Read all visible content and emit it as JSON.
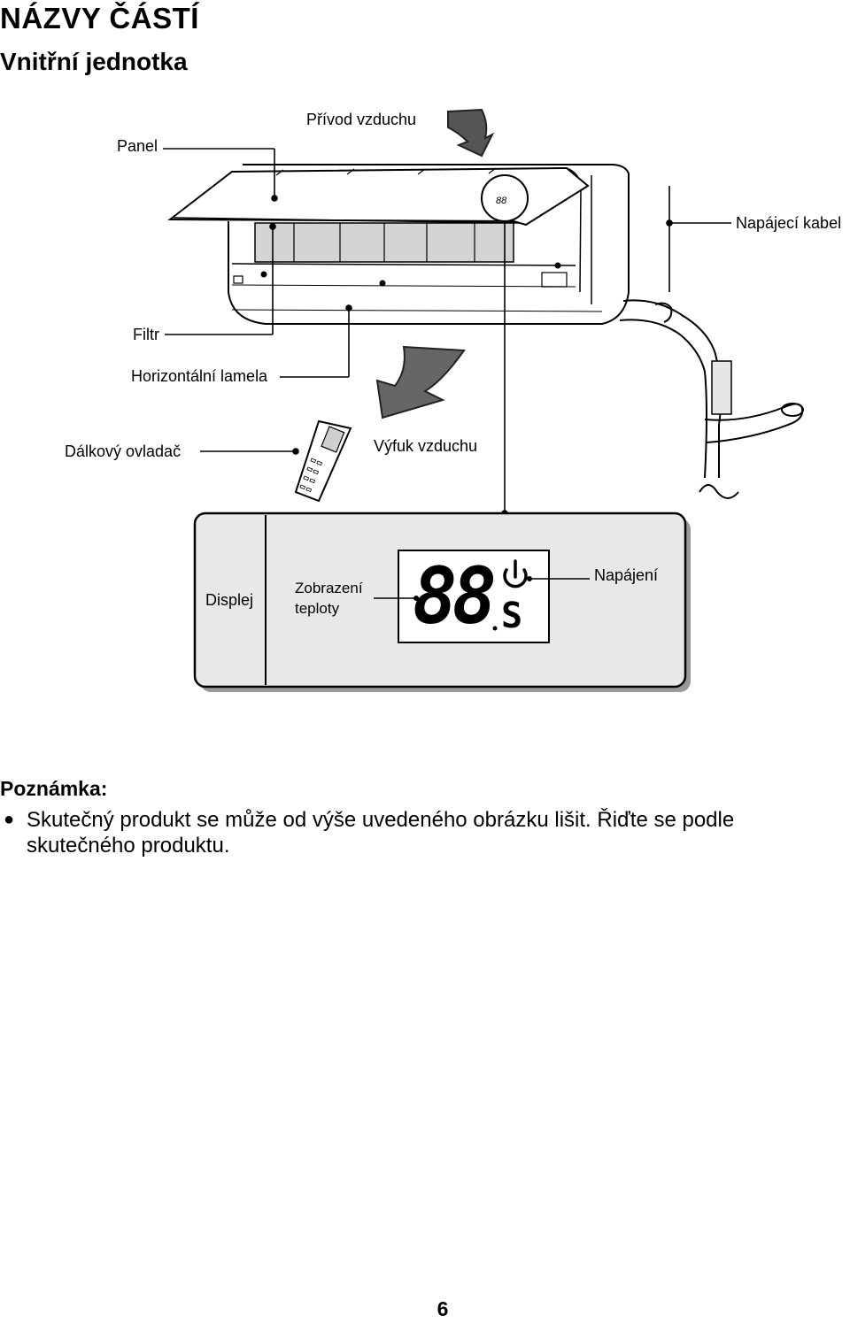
{
  "header": {
    "title": "NÁZVY ČÁSTÍ",
    "subtitle": "Vnitřní jednotka"
  },
  "labels": {
    "panel": "Panel",
    "air_inlet": "Přívod vzduchu",
    "power_cable": "Napájecí kabel",
    "filter": "Filtr",
    "horizontal_louver": "Horizontální lamela",
    "remote": "Dálkový ovladač",
    "air_outlet": "Výfuk vzduchu"
  },
  "display_panel": {
    "display": "Displej",
    "temp_line1": "Zobrazení",
    "temp_line2": "teploty",
    "power": "Napájení",
    "digits": "88",
    "suffix": "S"
  },
  "note": {
    "title": "Poznámka:",
    "items": [
      "Skutečný produkt se může od výše uvedeného obrázku lišit. Řiďte se podle skutečného produktu."
    ]
  },
  "page_number": "6"
}
